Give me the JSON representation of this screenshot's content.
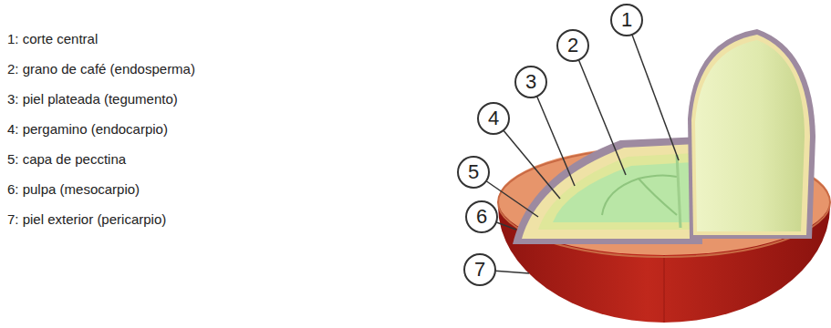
{
  "diagram": {
    "nodes": [
      {
        "text": [
          "1"
        ]
      },
      {
        "text": [
          "2"
        ]
      },
      {
        "text": [
          "3"
        ]
      },
      {
        "text": [
          "4"
        ]
      },
      {
        "text": [
          "5"
        ]
      },
      {
        "text": [
          "6"
        ]
      },
      {
        "text": [
          "7"
        ]
      }
    ],
    "labels": [
      "1: corte central",
      "2: grano de café (endosperma)",
      "3: piel plateada (tegumento)",
      "4: pergamino (endocarpio)",
      "5: capa de pecctina",
      "6: pulpa (mesocarpio)",
      "7: piel exterior (pericarpio)"
    ]
  }
}
